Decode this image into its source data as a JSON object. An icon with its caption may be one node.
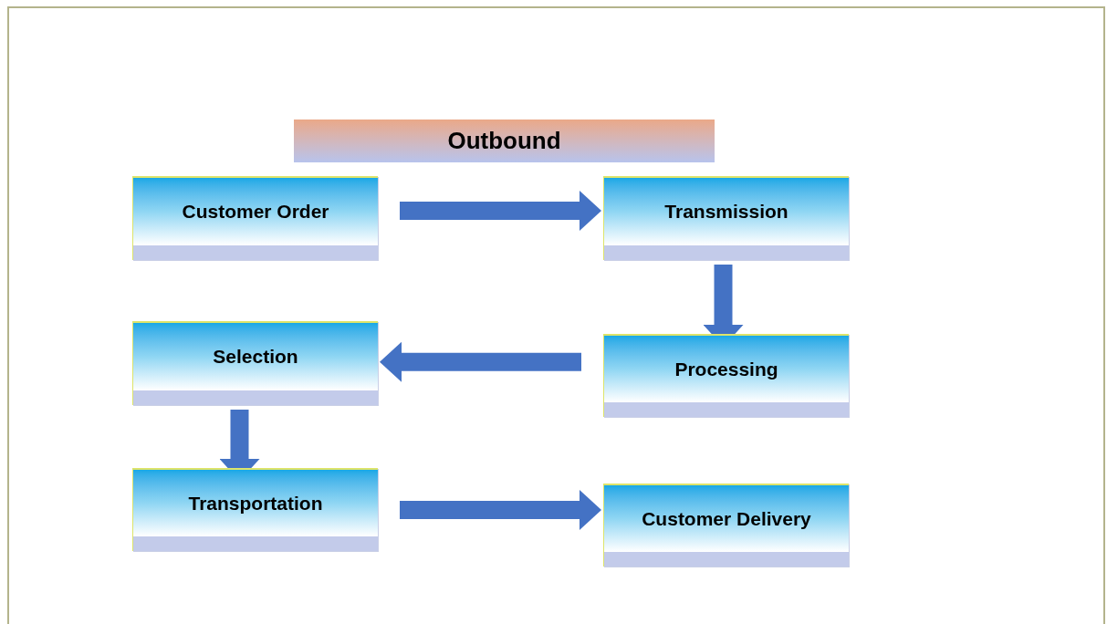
{
  "diagram": {
    "title": "Outbound",
    "nodes": [
      {
        "text": [
          "Customer Order"
        ]
      },
      {
        "text": [
          "Transmission"
        ]
      },
      {
        "text": [
          "Selection"
        ]
      },
      {
        "text": [
          "Processing"
        ]
      },
      {
        "text": [
          "Transportation"
        ]
      },
      {
        "text": [
          "Customer Delivery"
        ]
      }
    ],
    "edges": [
      {
        "from": 0,
        "to": 1,
        "arrow": "to"
      },
      {
        "from": 1,
        "to": 3,
        "arrow": "to"
      },
      {
        "from": 3,
        "to": 2,
        "arrow": "to"
      },
      {
        "from": 2,
        "to": 4,
        "arrow": "to"
      },
      {
        "from": 4,
        "to": 5,
        "arrow": "to"
      }
    ]
  }
}
